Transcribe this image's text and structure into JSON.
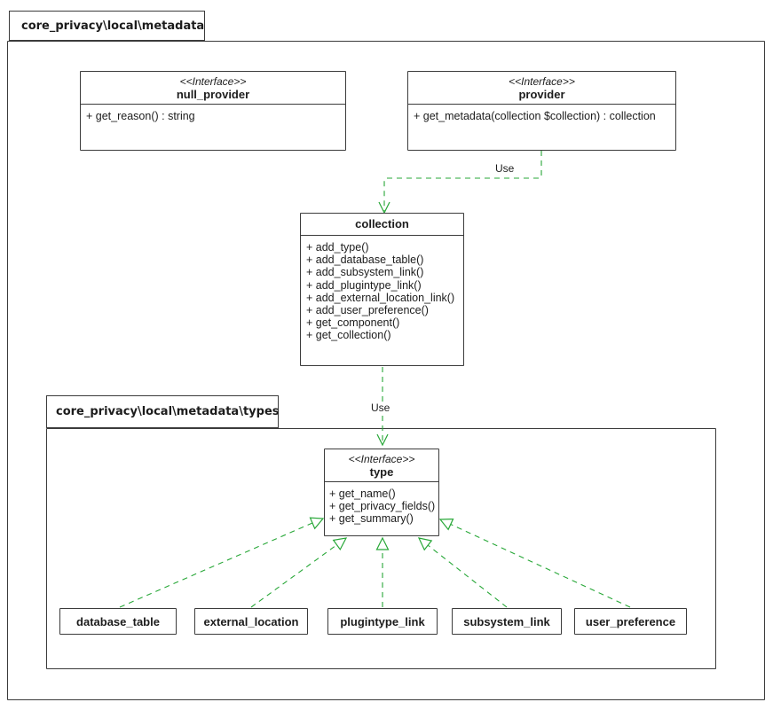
{
  "diagram": {
    "outer_package": {
      "label": "core_privacy\\local\\metadata"
    },
    "inner_package": {
      "label": "core_privacy\\local\\metadata\\types"
    },
    "classes": {
      "null_provider": {
        "stereotype": "<<Interface>>",
        "name": "null_provider",
        "members": [
          "+ get_reason() : string"
        ]
      },
      "provider": {
        "stereotype": "<<Interface>>",
        "name": "provider",
        "members": [
          "+ get_metadata(collection $collection) : collection"
        ]
      },
      "collection": {
        "name": "collection",
        "members": [
          "+ add_type()",
          "+ add_database_table()",
          "+ add_subsystem_link()",
          "+ add_plugintype_link()",
          "+ add_external_location_link()",
          "+ add_user_preference()",
          "+ get_component()",
          "+ get_collection()"
        ]
      },
      "type": {
        "stereotype": "<<Interface>>",
        "name": "type",
        "members": [
          "+ get_name()",
          "+ get_privacy_fields()",
          "+ get_summary()"
        ]
      },
      "database_table": {
        "name": "database_table"
      },
      "external_location": {
        "name": "external_location"
      },
      "plugintype_link": {
        "name": "plugintype_link"
      },
      "subsystem_link": {
        "name": "subsystem_link"
      },
      "user_preference": {
        "name": "user_preference"
      }
    },
    "edges": {
      "use1": {
        "label": "Use",
        "from": "provider",
        "to": "collection",
        "type": "dependency"
      },
      "use2": {
        "label": "Use",
        "from": "collection",
        "to": "type",
        "type": "dependency"
      },
      "realizations": [
        {
          "from": "database_table",
          "to": "type"
        },
        {
          "from": "external_location",
          "to": "type"
        },
        {
          "from": "plugintype_link",
          "to": "type"
        },
        {
          "from": "subsystem_link",
          "to": "type"
        },
        {
          "from": "user_preference",
          "to": "type"
        }
      ]
    },
    "colors": {
      "arrow_green": "#27a737",
      "border": "#3b3b3b"
    }
  }
}
